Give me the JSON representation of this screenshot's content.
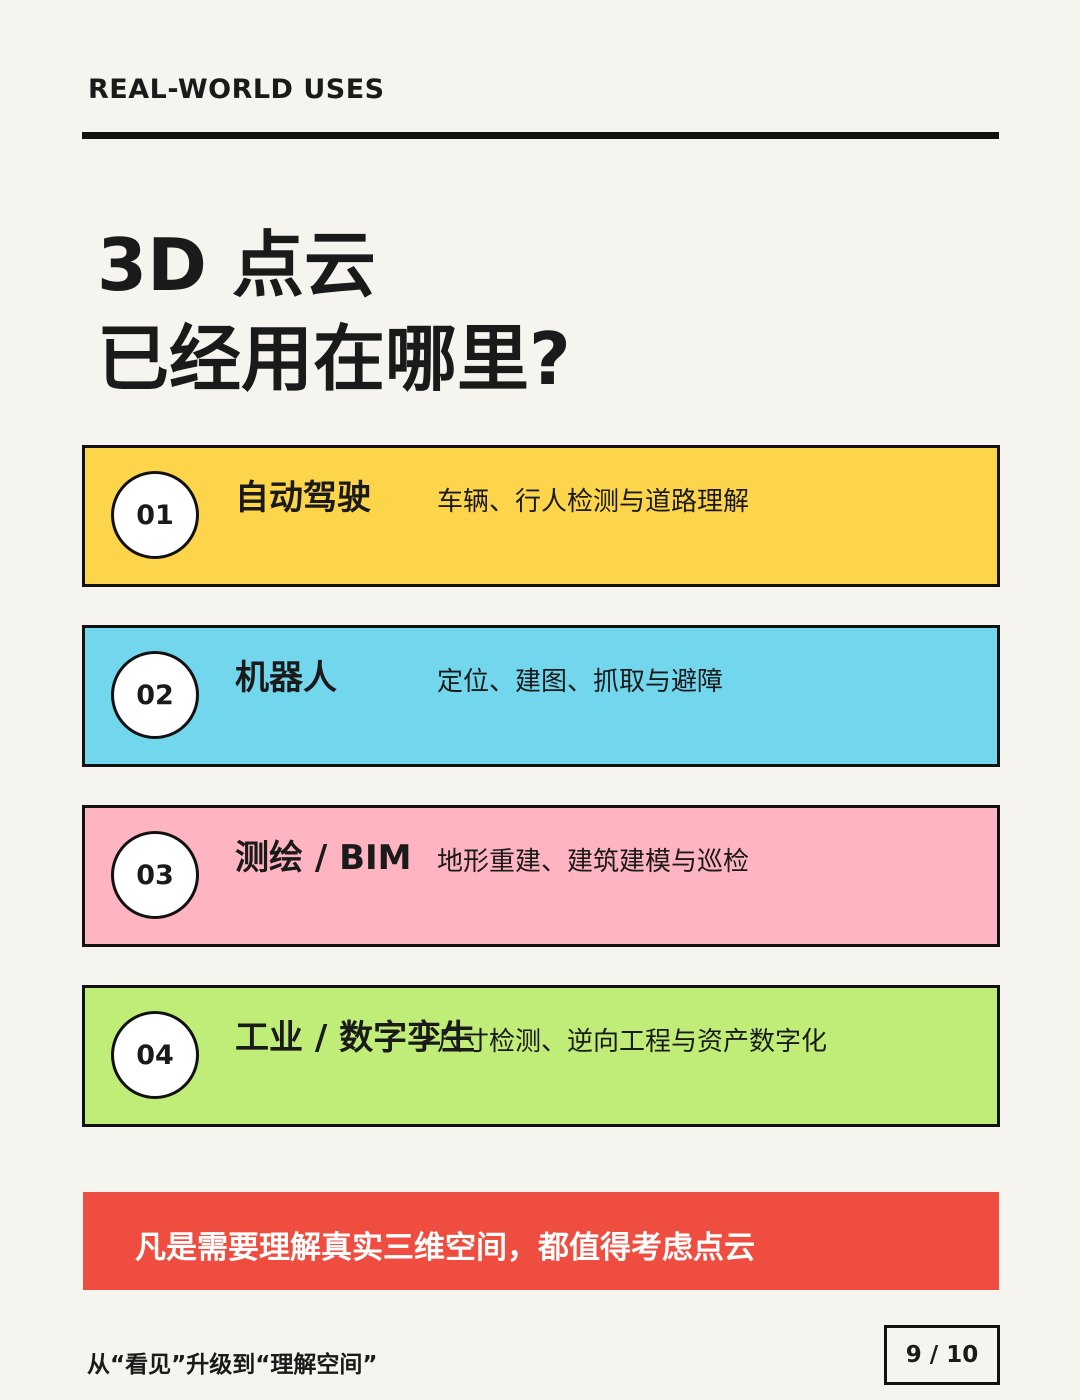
{
  "header": {
    "eyebrow": "REAL-WORLD USES"
  },
  "title": {
    "line1": "3D 点云",
    "line2": "已经用在哪里?"
  },
  "cards": [
    {
      "number": "01",
      "title": "自动驾驶",
      "desc": "车辆、行人检测与道路理解",
      "color": "#fdd54a"
    },
    {
      "number": "02",
      "title": "机器人",
      "desc": "定位、建图、抓取与避障",
      "color": "#72d6ec"
    },
    {
      "number": "03",
      "title": "测绘 / BIM",
      "desc": "地形重建、建筑建模与巡检",
      "color": "#feb5c1"
    },
    {
      "number": "04",
      "title": "工业 / 数字孪生",
      "desc": "尺寸检测、逆向工程与资产数字化",
      "color": "#c0ec78"
    }
  ],
  "banner": {
    "text": "凡是需要理解真实三维空间，都值得考虑点云",
    "color": "#ef4d3f"
  },
  "footer": {
    "tagline": "从“看见”升级到“理解空间”",
    "page": "9 / 10"
  }
}
